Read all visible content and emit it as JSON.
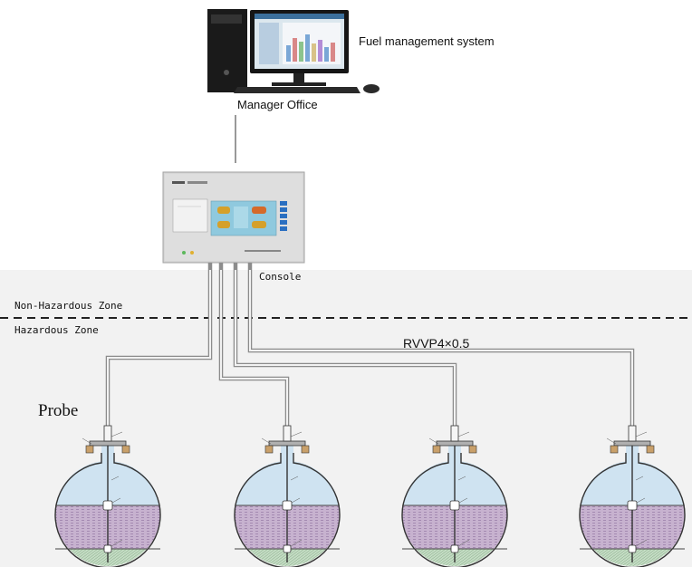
{
  "office": {
    "system_label": "Fuel  management system",
    "office_label": "Manager Office"
  },
  "console": {
    "label": "Console"
  },
  "zones": {
    "non_hazardous": "Non-Hazardous Zone",
    "hazardous": "Hazardous Zone"
  },
  "cable": {
    "label": "RVVP4×0.5"
  },
  "probe": {
    "label": "Probe"
  },
  "colors": {
    "hazard_bg": "#f2f2f2",
    "tank_air": "#cfe3f1",
    "tank_fuel": "#c7b2cf",
    "tank_water": "#c4dcc4",
    "cable": "#8c8c8c"
  },
  "tank_count": 4
}
